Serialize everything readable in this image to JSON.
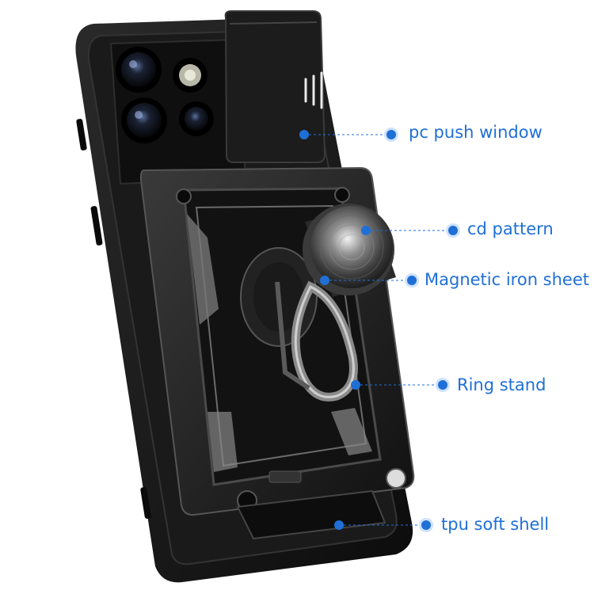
{
  "callouts": [
    {
      "id": "pc-push-window",
      "label": "pc push window"
    },
    {
      "id": "cd-pattern",
      "label": "cd pattern"
    },
    {
      "id": "magnetic-iron-sheet",
      "label": "Magnetic iron sheet"
    },
    {
      "id": "ring-stand",
      "label": "Ring stand"
    },
    {
      "id": "tpu-soft-shell",
      "label": "tpu soft shell"
    }
  ],
  "colors": {
    "accent": "#1f6fd6",
    "case": "#161616",
    "background": "#ffffff"
  }
}
